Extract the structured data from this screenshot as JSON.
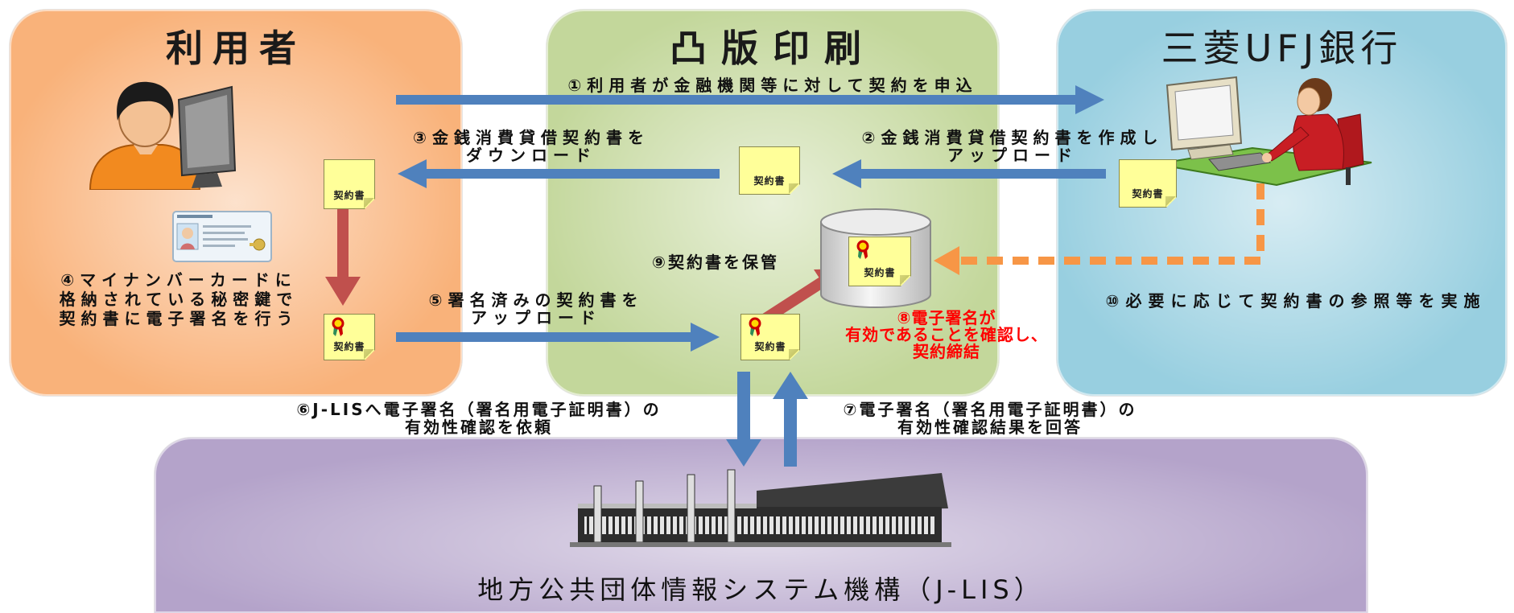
{
  "panels": {
    "user": {
      "title": "利用者"
    },
    "toppan": {
      "title": "凸版印刷"
    },
    "bank": {
      "title": "三菱UFJ銀行"
    },
    "jlis": {
      "title": "地方公共団体情報システム機構（J-LIS）"
    }
  },
  "steps": {
    "step1": [
      "①利用者が金融機関等に対して契約を申込"
    ],
    "step2": [
      "②金銭消費貸借契約書を作成し",
      "アップロード"
    ],
    "step3": [
      "③金銭消費貸借契約書を",
      "ダウンロード"
    ],
    "step4": [
      "④マイナンバーカードに",
      "格納されている秘密鍵で",
      "契約書に電子署名を行う"
    ],
    "step5": [
      "⑤署名済みの契約書を",
      "アップロード"
    ],
    "step6": [
      "⑥J-LISへ電子署名（署名用電子証明書）の",
      "有効性確認を依頼"
    ],
    "step7": [
      "⑦電子署名（署名用電子証明書）の",
      "有効性確認結果を回答"
    ],
    "step8": [
      "⑧電子署名が",
      "有効であることを確認し、",
      "契約締結"
    ],
    "step9": [
      "⑨契約書を保管"
    ],
    "step10": [
      "⑩必要に応じて契約書の参照等を実施"
    ]
  },
  "document_label": "契約書",
  "icons": {
    "user": "person-at-computer-icon",
    "card": "my-number-card-icon",
    "bank_staff": "bank-staff-at-computer-icon",
    "storage": "database-cylinder-icon",
    "jlis": "government-building-icon",
    "seal": "seal-icon",
    "document": "contract-document-icon"
  },
  "colors": {
    "user_panel": "#f9b27a",
    "toppan_panel": "#c3d79b",
    "bank_panel": "#98cfe0",
    "jlis_panel": "#b4a3ca",
    "flow_arrow": "#4f81bd",
    "signing_arrow": "#c0504d",
    "reference_arrow": "#f79646",
    "highlight_text": "#ff0000",
    "document": "#ffff99"
  }
}
